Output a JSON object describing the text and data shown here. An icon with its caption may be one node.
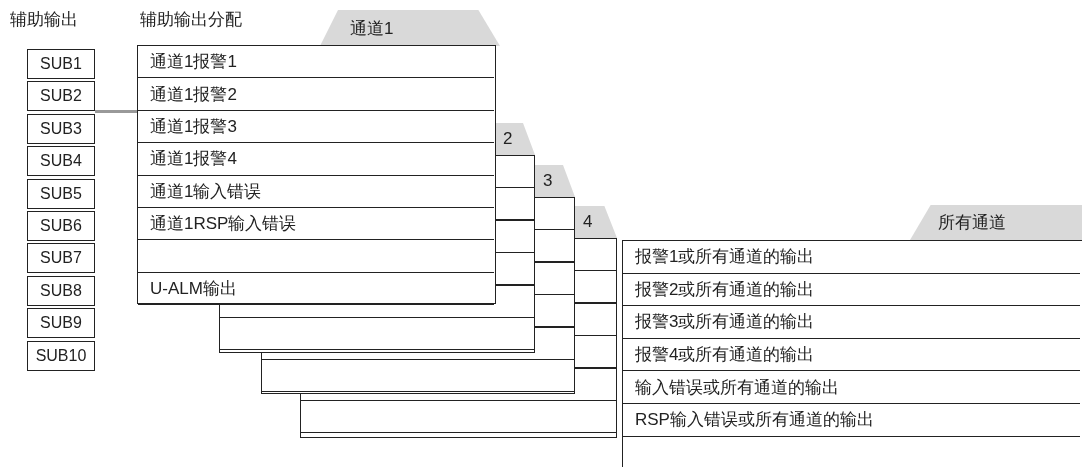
{
  "diagram": {
    "nodes": [
      {
        "text": [
          "SUB1"
        ]
      },
      {
        "text": [
          "SUB2"
        ]
      },
      {
        "text": [
          "SUB3"
        ]
      },
      {
        "text": [
          "SUB4"
        ]
      },
      {
        "text": [
          "SUB5"
        ]
      },
      {
        "text": [
          "SUB6"
        ]
      },
      {
        "text": [
          "SUB7"
        ]
      },
      {
        "text": [
          "SUB8"
        ]
      },
      {
        "text": [
          "SUB9"
        ]
      },
      {
        "text": [
          "SUB10"
        ]
      },
      {
        "text": [
          "通道1"
        ]
      },
      {
        "text": [
          "通道1报警1"
        ],
        "in": 10
      },
      {
        "text": [
          "通道1报警2"
        ],
        "in": 10
      },
      {
        "text": [
          "通道1报警3"
        ],
        "in": 10
      },
      {
        "text": [
          "通道1报警4"
        ],
        "in": 10
      },
      {
        "text": [
          "通道1输入错误"
        ],
        "in": 10
      },
      {
        "text": [
          "通道1RSP输入错误"
        ],
        "in": 10
      },
      {
        "text": [],
        "shape": "box",
        "in": 10
      },
      {
        "text": [
          "U-ALM输出"
        ],
        "in": 10
      },
      {
        "text": [
          "2"
        ]
      },
      {
        "text": [
          "3"
        ]
      },
      {
        "text": [
          "4"
        ]
      },
      {
        "text": [
          "所有通道"
        ]
      },
      {
        "text": [
          "报警1或所有通道的输出"
        ],
        "in": 22
      },
      {
        "text": [
          "报警2或所有通道的输出"
        ],
        "in": 22
      },
      {
        "text": [
          "报警3或所有通道的输出"
        ],
        "in": 22
      },
      {
        "text": [
          "报警4或所有通道的输出"
        ],
        "in": 22
      },
      {
        "text": [
          "输入错误或所有通道的输出"
        ],
        "in": 22
      },
      {
        "text": [
          "RSP输入错误或所有通道的输出"
        ],
        "in": 22
      }
    ],
    "edges": [
      {
        "from": 1,
        "to": 12,
        "arrow": "none"
      }
    ],
    "labels": [
      "辅助输出",
      "辅助输出分配"
    ]
  }
}
